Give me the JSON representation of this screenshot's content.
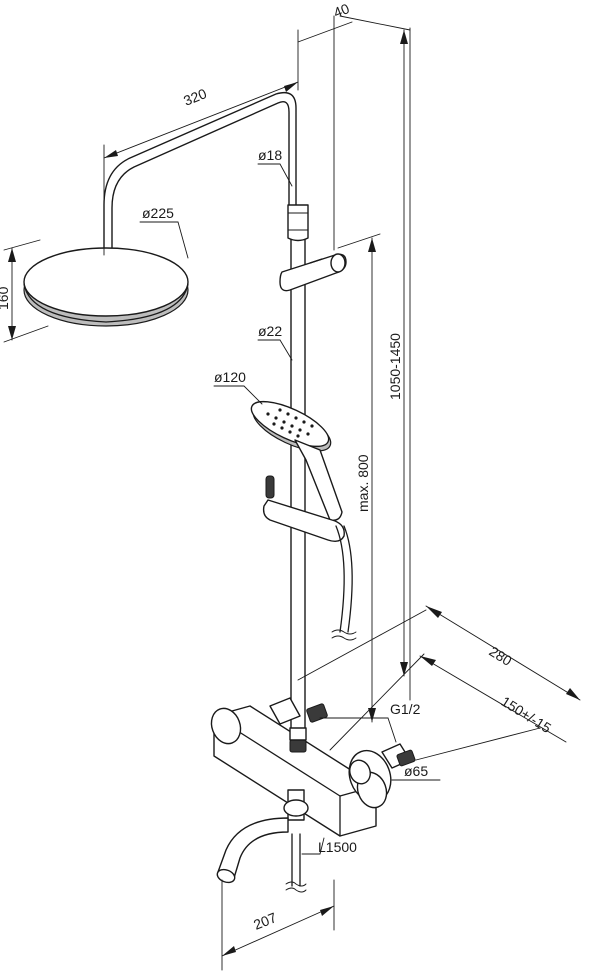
{
  "dimensions": {
    "d40": "40",
    "d320": "320",
    "d18": "ø18",
    "d225": "ø225",
    "d160": "160",
    "d22": "ø22",
    "d1050": "1050-1450",
    "d120": "ø120",
    "dmax800": "max. 800",
    "d280": "280",
    "d150": "150+/-15",
    "dG12": "G1/2",
    "d65": "ø65",
    "dL1500": "L1500",
    "d207": "207"
  }
}
